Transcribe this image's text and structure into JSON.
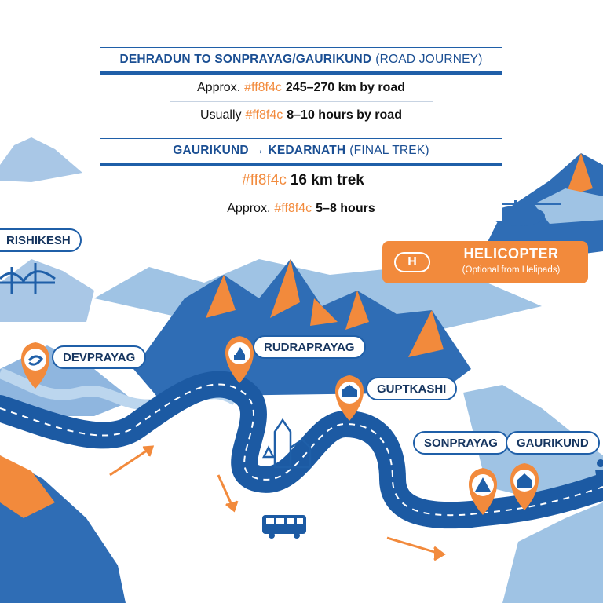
{
  "road_box": {
    "title": "DEHRADUN TO SONPRAYAG/GAURIKUND",
    "subtitle": "(ROAD JOURNEY)",
    "rows": [
      {
        "prefix": "Approx.",
        "accent": "#ff8f4c",
        "value": "245–270 km by road"
      },
      {
        "prefix": "Usually",
        "accent": "#ff8f4c",
        "value": "8–10 hours by road"
      }
    ]
  },
  "trek_box": {
    "title": "GAURIKUND → KEDARNATH",
    "subtitle": "(FINAL TREK)",
    "rows": [
      {
        "prefix": "",
        "accent": "#ff8f4c",
        "value": "16 km trek"
      },
      {
        "prefix": "Approx.",
        "accent": "#ff8f4c",
        "value": "5–8 hours"
      }
    ]
  },
  "places": {
    "rishikesh": "RISHIKESH",
    "devprayag": "DEVPRAYAG",
    "rudraprayag": "RUDRAPRAYAG",
    "guptkashi": "GUPTKASHI",
    "sonprayag": "SONPRAYAG",
    "gaurikund": "GAURIKUND"
  },
  "helicopter": {
    "badge": "H",
    "title": "HELICOPTER",
    "subtitle": "(Optional from Helipads)"
  },
  "colors": {
    "primary_blue": "#1f5fa8",
    "mountain_blue": "#2f6db5",
    "light_blue": "#9fc3e4",
    "accent_orange": "#f28a3c",
    "road_blue": "#1c5aa3"
  },
  "icons": [
    "helicopter-icon",
    "bridge-icon",
    "river-icon",
    "temple-icon",
    "building-icon",
    "tent-icon",
    "hut-icon",
    "hiker-icon",
    "bus-icon",
    "church-icon",
    "tree-icon"
  ]
}
